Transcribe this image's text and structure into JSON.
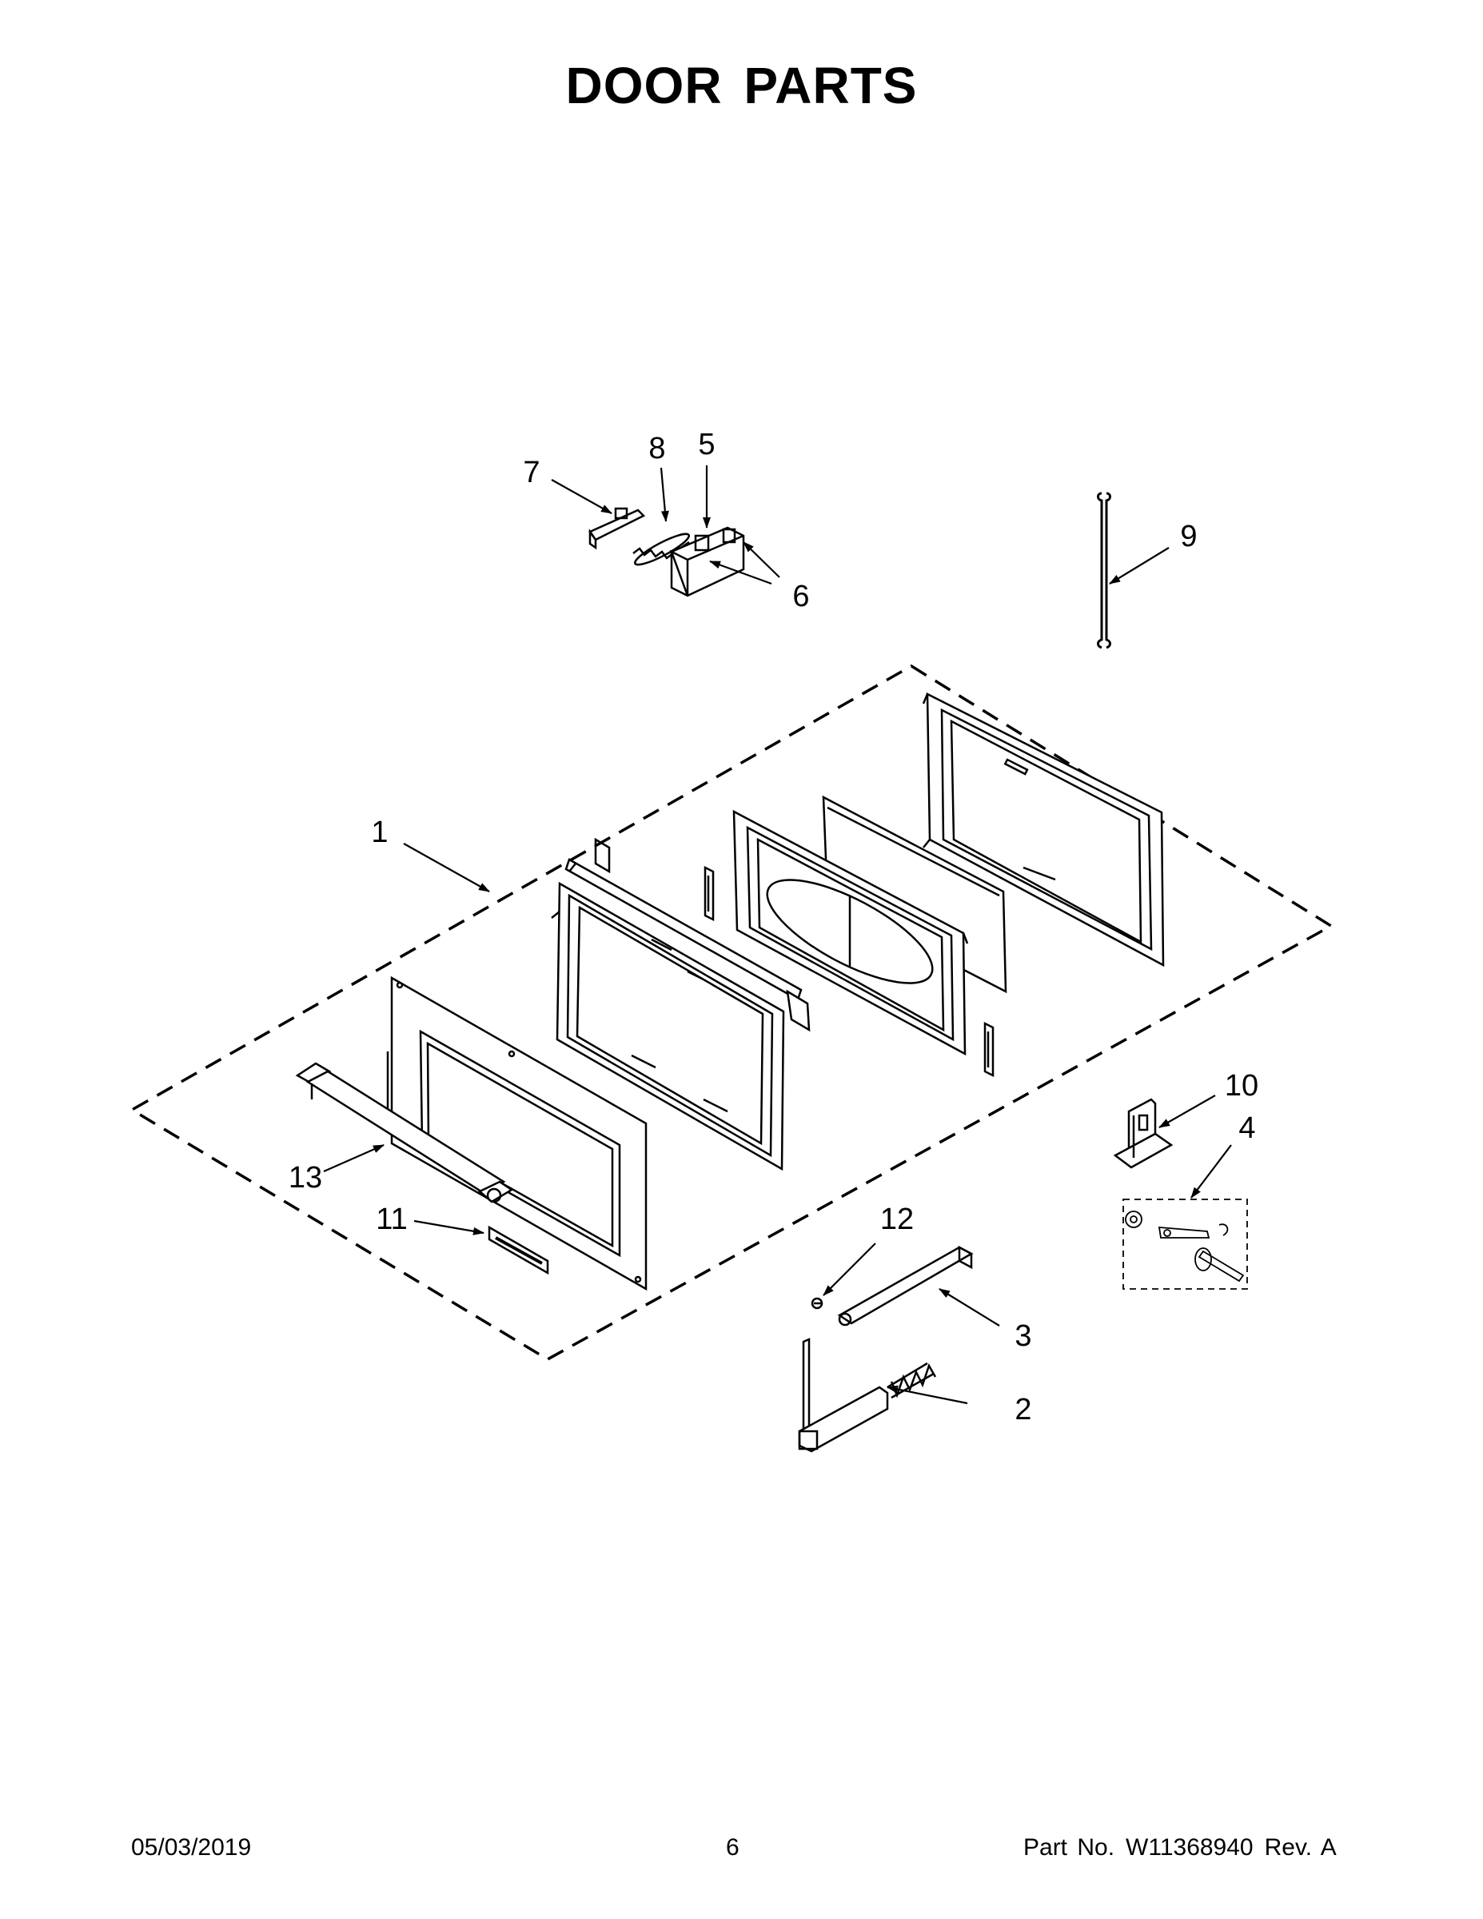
{
  "page": {
    "title": "DOOR PARTS"
  },
  "callouts": {
    "c1": "1",
    "c2": "2",
    "c3": "3",
    "c4": "4",
    "c5": "5",
    "c6": "6",
    "c7": "7",
    "c8": "8",
    "c9": "9",
    "c10": "10",
    "c11": "11",
    "c12": "12",
    "c13": "13"
  },
  "footer": {
    "date": "05/03/2019",
    "page_number": "6",
    "part_label": "Part No.",
    "part_number": "W11368940",
    "revision": "Rev. A"
  }
}
